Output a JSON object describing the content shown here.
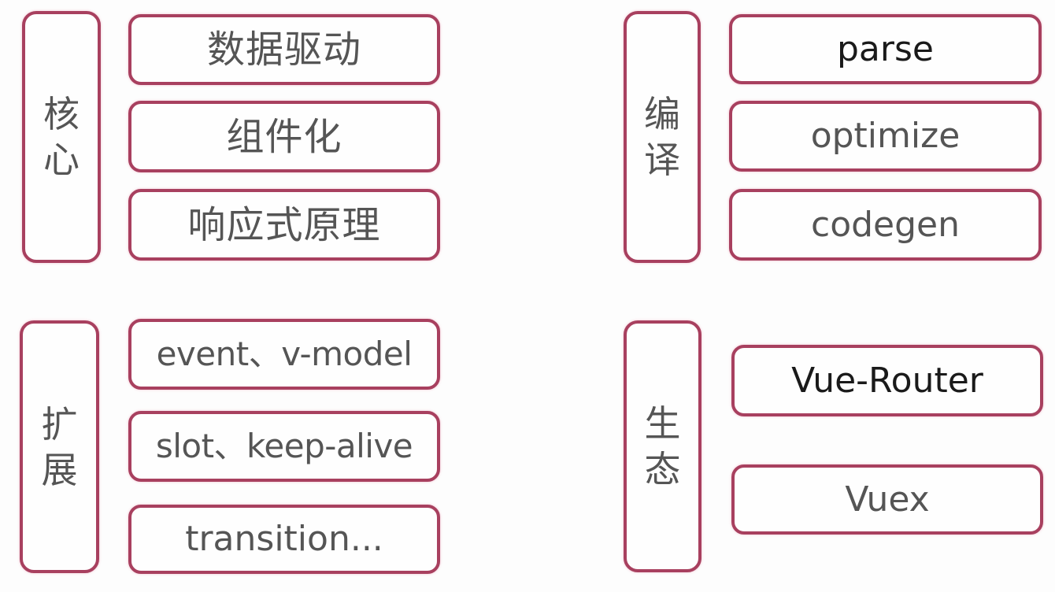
{
  "colors": {
    "border": "#a8405f",
    "text": "#555555",
    "text_dark": "#1a1a1a",
    "background": "#fdfdfd"
  },
  "groups": {
    "core": {
      "label": "核心",
      "label_chars": [
        "核",
        "心"
      ],
      "items": [
        {
          "label": "数据驱动"
        },
        {
          "label": "组件化"
        },
        {
          "label": "响应式原理"
        }
      ]
    },
    "compile": {
      "label": "编译",
      "label_chars": [
        "编",
        "译"
      ],
      "items": [
        {
          "label": "parse"
        },
        {
          "label": "optimize"
        },
        {
          "label": "codegen"
        }
      ]
    },
    "extension": {
      "label": "扩展",
      "label_chars": [
        "扩",
        "展"
      ],
      "items": [
        {
          "label": "event、v-model"
        },
        {
          "label": "slot、keep-alive"
        },
        {
          "label": "transition..."
        }
      ]
    },
    "ecosystem": {
      "label": "生态",
      "label_chars": [
        "生",
        "态"
      ],
      "items": [
        {
          "label": "Vue-Router"
        },
        {
          "label": "Vuex"
        }
      ]
    }
  }
}
